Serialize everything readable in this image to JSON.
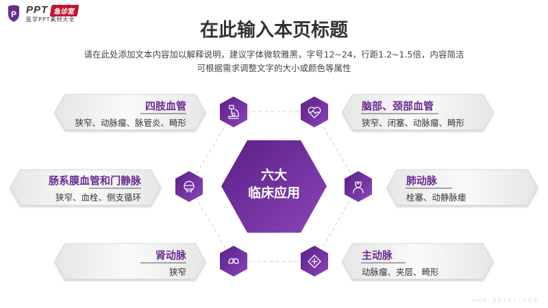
{
  "logo": {
    "brand": "PPT",
    "tag": "急诊室",
    "subtitle": "医学PPT素材大全"
  },
  "header": {
    "title": "在此输入本页标题",
    "description_line1": "请在此处添加文本内容加以解释说明，建议字体微软雅黑，字号12~24，行距1.2~1.5倍，内容简洁",
    "description_line2": "可根据需求调整文字的大小或颜色等属性"
  },
  "center": {
    "line1": "六大",
    "line2": "临床应用"
  },
  "cards": [
    {
      "title": "四肢血管",
      "sub": "狭窄、动脉瘤、脉管炎、畸形",
      "icon": "microscope-icon"
    },
    {
      "title": "脑部、颈部血管",
      "sub": "狭窄、闭塞、动脉瘤、畸形",
      "icon": "heart-pulse-icon"
    },
    {
      "title": "肠系膜血管和门静脉",
      "sub": "狭窄、血栓、侧支循环",
      "icon": "ct-scanner-icon"
    },
    {
      "title": "肺动脉",
      "sub": "栓塞、动静脉瘘",
      "icon": "nurse-icon"
    },
    {
      "title": "肾动脉",
      "sub": "狭窄",
      "icon": "lungs-icon"
    },
    {
      "title": "主动脉",
      "sub": "动脉瘤、夹层、畸形",
      "icon": "medical-cross-icon"
    }
  ],
  "colors": {
    "accent": "#6a2c91",
    "accent_light": "#8a45b8"
  },
  "watermark": "www.ppter.com"
}
